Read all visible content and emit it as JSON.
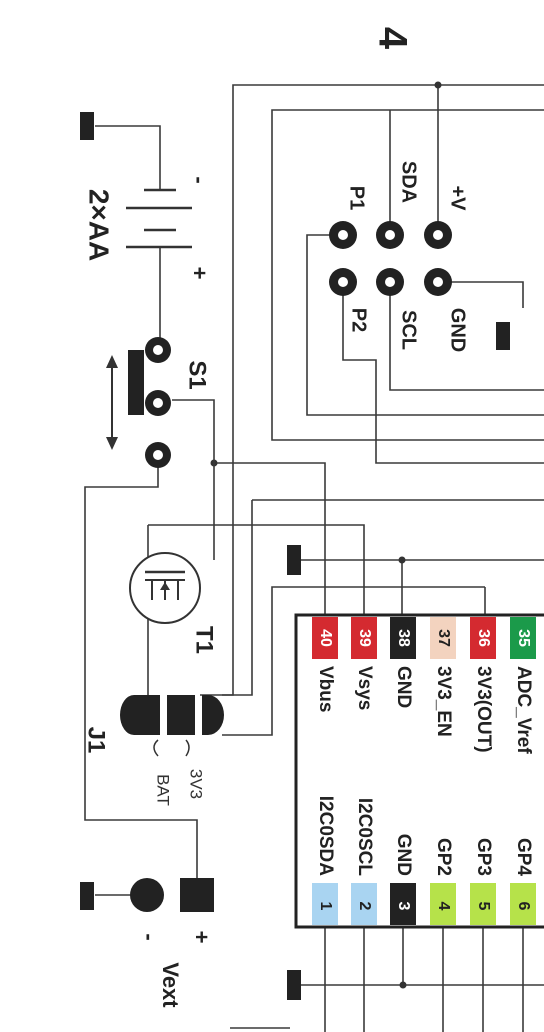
{
  "sheet": {
    "number": "4"
  },
  "battery": {
    "label": "2×AA",
    "minus": "-",
    "plus": "+"
  },
  "switch": {
    "label": "S1"
  },
  "transistor": {
    "label": "T1"
  },
  "jumper": {
    "label": "J1",
    "bat_label": "BAT",
    "v3_label": "3V3"
  },
  "vext": {
    "label": "Vext",
    "minus": "-",
    "plus": "+"
  },
  "header": {
    "top_row": [
      "+V",
      "SDA",
      "P1"
    ],
    "bottom_row": [
      "GND",
      "SCL",
      "P2"
    ]
  },
  "mcu_left_pins": [
    {
      "num": "40",
      "name": "Vbus",
      "color": "#d42a30",
      "text": "#ffffff"
    },
    {
      "num": "39",
      "name": "Vsys",
      "color": "#d42a30",
      "text": "#ffffff"
    },
    {
      "num": "38",
      "name": "GND",
      "color": "#222222",
      "text": "#ffffff"
    },
    {
      "num": "37",
      "name": "3V3_EN",
      "color": "#f3d3bf",
      "text": "#222222"
    },
    {
      "num": "36",
      "name": "3V3(OUT)",
      "color": "#d42a30",
      "text": "#ffffff"
    },
    {
      "num": "35",
      "name": "ADC_Vref",
      "color": "#1b9a4a",
      "text": "#ffffff"
    }
  ],
  "mcu_right_pins": [
    {
      "num": "1",
      "name": "I2C0SDA",
      "color": "#a9d4f1",
      "text": "#222222"
    },
    {
      "num": "2",
      "name": "I2C0SCL",
      "color": "#a9d4f1",
      "text": "#222222"
    },
    {
      "num": "3",
      "name": "GND",
      "color": "#222222",
      "text": "#ffffff"
    },
    {
      "num": "4",
      "name": "GP2",
      "color": "#b6e24a",
      "text": "#222222"
    },
    {
      "num": "5",
      "name": "GP3",
      "color": "#b6e24a",
      "text": "#222222"
    },
    {
      "num": "6",
      "name": "GP4",
      "color": "#b6e24a",
      "text": "#222222"
    }
  ]
}
